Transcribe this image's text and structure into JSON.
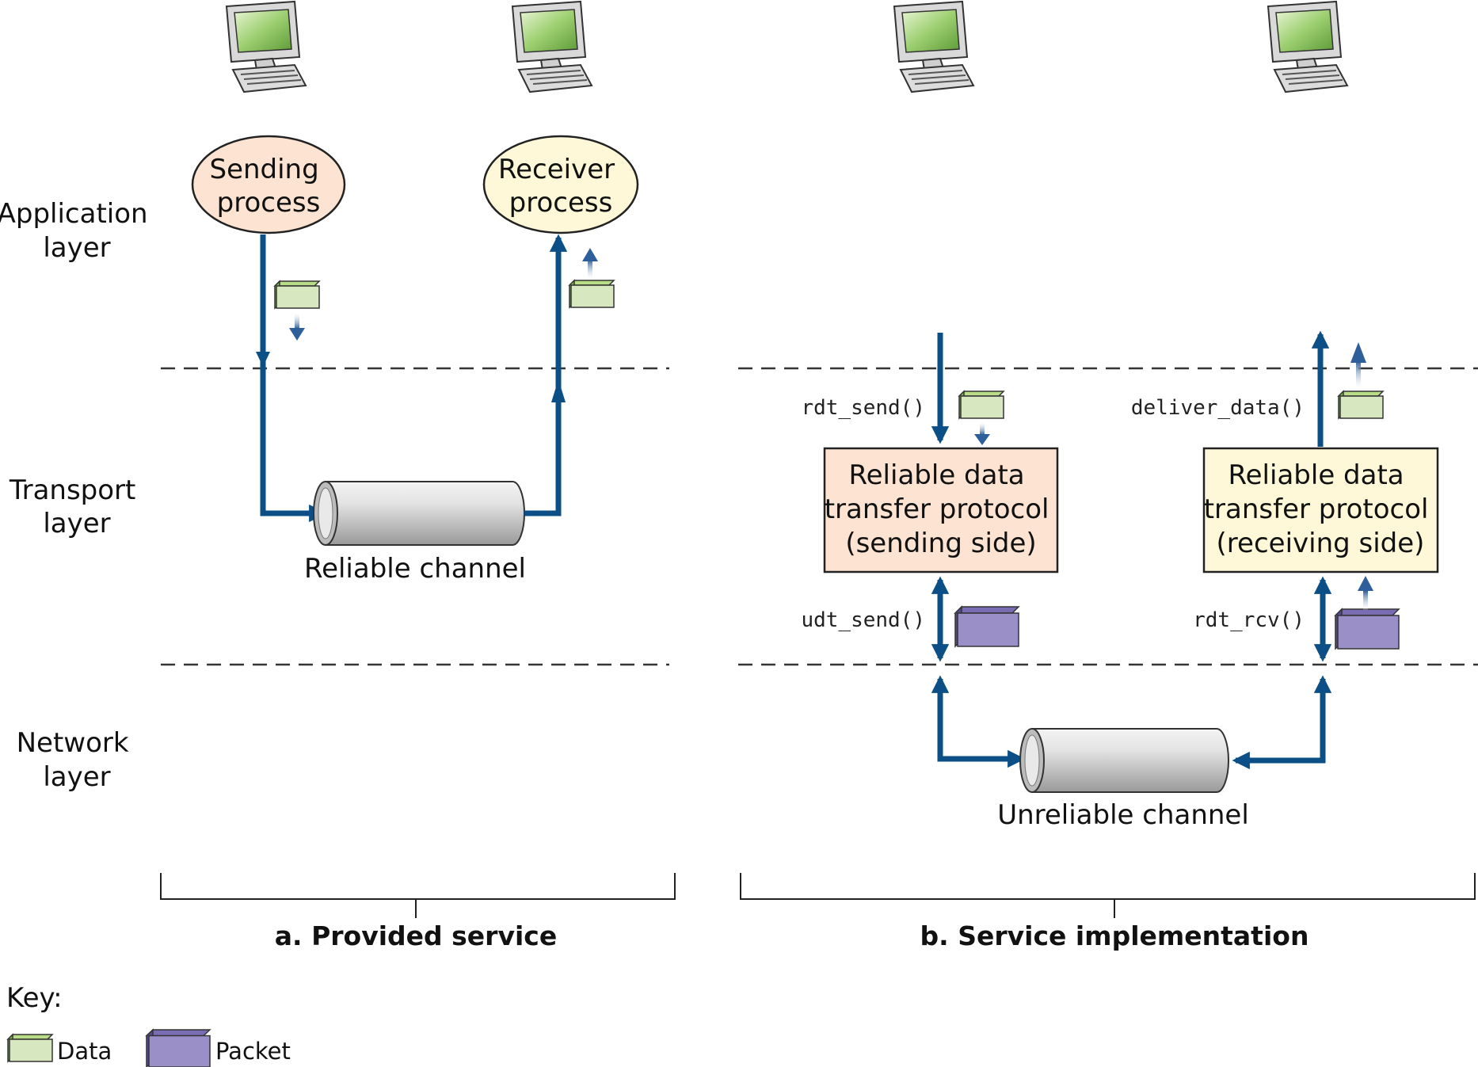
{
  "layers": {
    "application": [
      "Application",
      "layer"
    ],
    "transport": [
      "Transport",
      "layer"
    ],
    "network": [
      "Network",
      "layer"
    ]
  },
  "panel_a": {
    "title": "a. Provided service",
    "sender": [
      "Sending",
      "process"
    ],
    "receiver": [
      "Receiver",
      "process"
    ],
    "channel": "Reliable channel"
  },
  "panel_b": {
    "title": "b. Service implementation",
    "calls": {
      "rdt_send": "rdt_send()",
      "deliver_data": "deliver_data()",
      "udt_send": "udt_send()",
      "rdt_rcv": "rdt_rcv()"
    },
    "sender_box": [
      "Reliable data",
      "transfer protocol",
      "(sending side)"
    ],
    "receiver_box": [
      "Reliable data",
      "transfer protocol",
      "(receiving side)"
    ],
    "channel": "Unreliable channel"
  },
  "key": {
    "title": "Key:",
    "data": "Data",
    "packet": "Packet"
  },
  "colors": {
    "arrow": "#0b4f86",
    "sender_fill": "#fde3d1",
    "receiver_fill": "#fff8d8",
    "data_fill": "#d7e8c0",
    "packet_fill": "#9b8fc8",
    "dashed_line": "#333333"
  }
}
